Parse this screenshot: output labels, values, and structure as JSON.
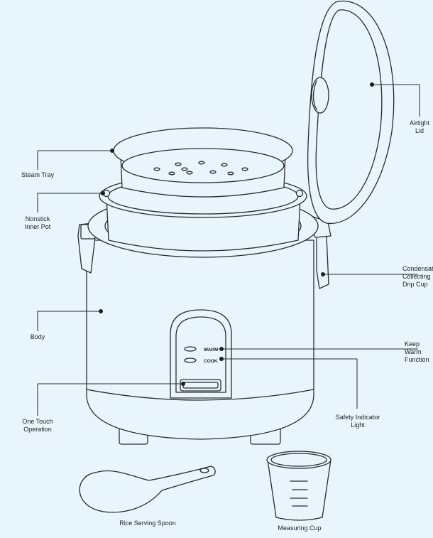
{
  "colors": {
    "background": "#e8f5fd",
    "line": "#2b2b2b",
    "fill": "#e8f5fd"
  },
  "labels": {
    "steam_tray": "Steam Tray",
    "nonstick_inner_pot": "Nonstick\nInner Pot",
    "body": "Body",
    "one_touch_operation": "One Touch\nOperation",
    "airtight_lid": "Airtight\nLid",
    "condensation_cup": "Condensation\nCollecting\nDrip Cup",
    "keep_warm_function": "Keep Warm\nFunction",
    "safety_indicator_light": "Safety Indicator\nLight",
    "rice_serving_spoon": "Rice Serving Spoon",
    "measuring_cup": "Measuring Cup"
  },
  "panel": {
    "warm": "WARM",
    "cook": "COOK"
  }
}
